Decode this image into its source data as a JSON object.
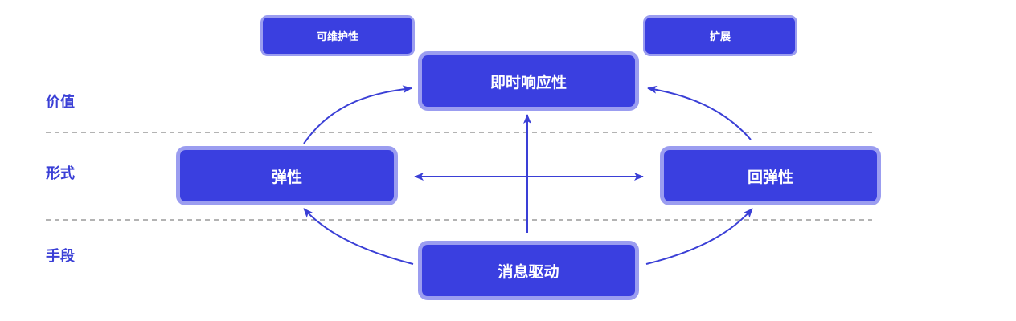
{
  "tiers": {
    "value": "价值",
    "form": "形式",
    "means": "手段"
  },
  "nodes": {
    "maintainability": "可维护性",
    "extension": "扩展",
    "responsive": "即时响应性",
    "elastic": "弹性",
    "resilient": "回弹性",
    "message_driven": "消息驱动"
  },
  "colors": {
    "primary": "#3a3fe0",
    "border": "#9b9df0",
    "arrow": "#3a3fd6",
    "divider": "#9a9a9a"
  }
}
